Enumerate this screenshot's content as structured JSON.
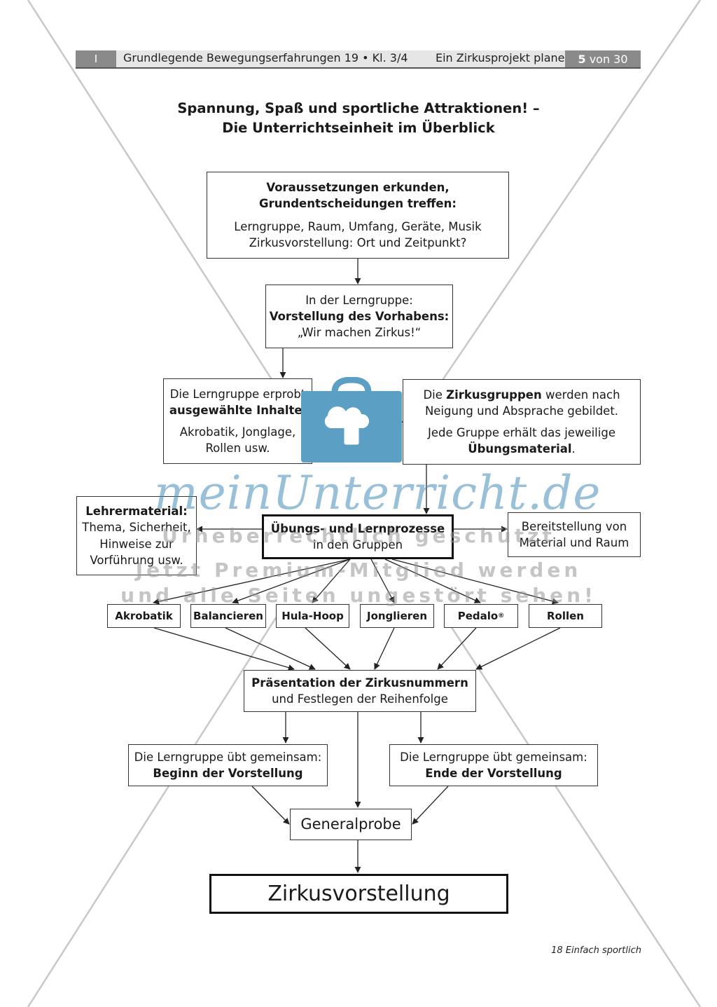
{
  "header": {
    "section": "I",
    "series": "Grundlegende Bewegungserfahrungen 19 • Kl. 3/4",
    "topic": "Ein Zirkusprojekt planen",
    "page_num": "5",
    "page_of": "von 30"
  },
  "title": {
    "line1": "Spannung, Spaß und sportliche Attraktionen! –",
    "line2": "Die Unterrichtseinheit im Überblick"
  },
  "flow": {
    "prerequisites": {
      "title_l1": "Voraussetzungen erkunden,",
      "title_l2": "Grundentscheidungen treffen:",
      "line1": "Lerngruppe, Raum, Umfang, Geräte, Musik",
      "line2": "Zirkusvorstellung: Ort und Zeitpunkt?"
    },
    "introduction": {
      "line1": "In der Lerngruppe:",
      "bold": "Vorstellung des Vorhabens:",
      "line3": "„Wir machen Zirkus!“"
    },
    "tryout": {
      "line1": "Die Lerngruppe erprobt",
      "bold": "ausgewählte Inhalte",
      "colon": ":",
      "line3": "Akrobatik, Jonglage,",
      "line4": "Rollen usw."
    },
    "groups": {
      "pre": "Die ",
      "bold1": "Zirkusgruppen",
      "post1": " werden nach",
      "line2": "Neigung und Absprache gebildet.",
      "line3": "Jede Gruppe erhält das jeweilige",
      "bold2": "Übungsmaterial",
      "post2": "."
    },
    "teacher_material": {
      "bold": "Lehrermaterial:",
      "line2": "Thema, Sicherheit,",
      "line3": "Hinweise zur",
      "line4": "Vorführung usw."
    },
    "practice": {
      "bold": "Übungs- und Lernprozesse",
      "line2": "in den Gruppen"
    },
    "provision": {
      "line1": "Bereitstellung von",
      "line2": "Material und Raum"
    },
    "categories": [
      "Akrobatik",
      "Balancieren",
      "Hula-Hoop",
      "Jonglieren",
      "Pedalo",
      "Rollen"
    ],
    "registered_mark": "®",
    "presentation": {
      "bold": "Präsentation der Zirkusnummern",
      "line2": "und Festlegen der Reihenfolge"
    },
    "begin": {
      "line1": "Die Lerngruppe übt gemeinsam:",
      "bold": "Beginn der Vorstellung"
    },
    "end": {
      "line1": "Die Lerngruppe übt gemeinsam:",
      "bold": "Ende der Vorstellung"
    },
    "rehearsal": "Generalprobe",
    "show": "Zirkusvorstellung"
  },
  "watermark": {
    "brand": "meinUnterricht.de",
    "line1": "Urheberrechtlich geschützt",
    "line2": "Jetzt Premium-Mitglied werden",
    "line3": "und alle Seiten ungestört sehen!"
  },
  "footer": "18 Einfach sportlich",
  "colors": {
    "watermark_blue": "#5b9fc4",
    "header_gray": "#8a8a8a"
  }
}
